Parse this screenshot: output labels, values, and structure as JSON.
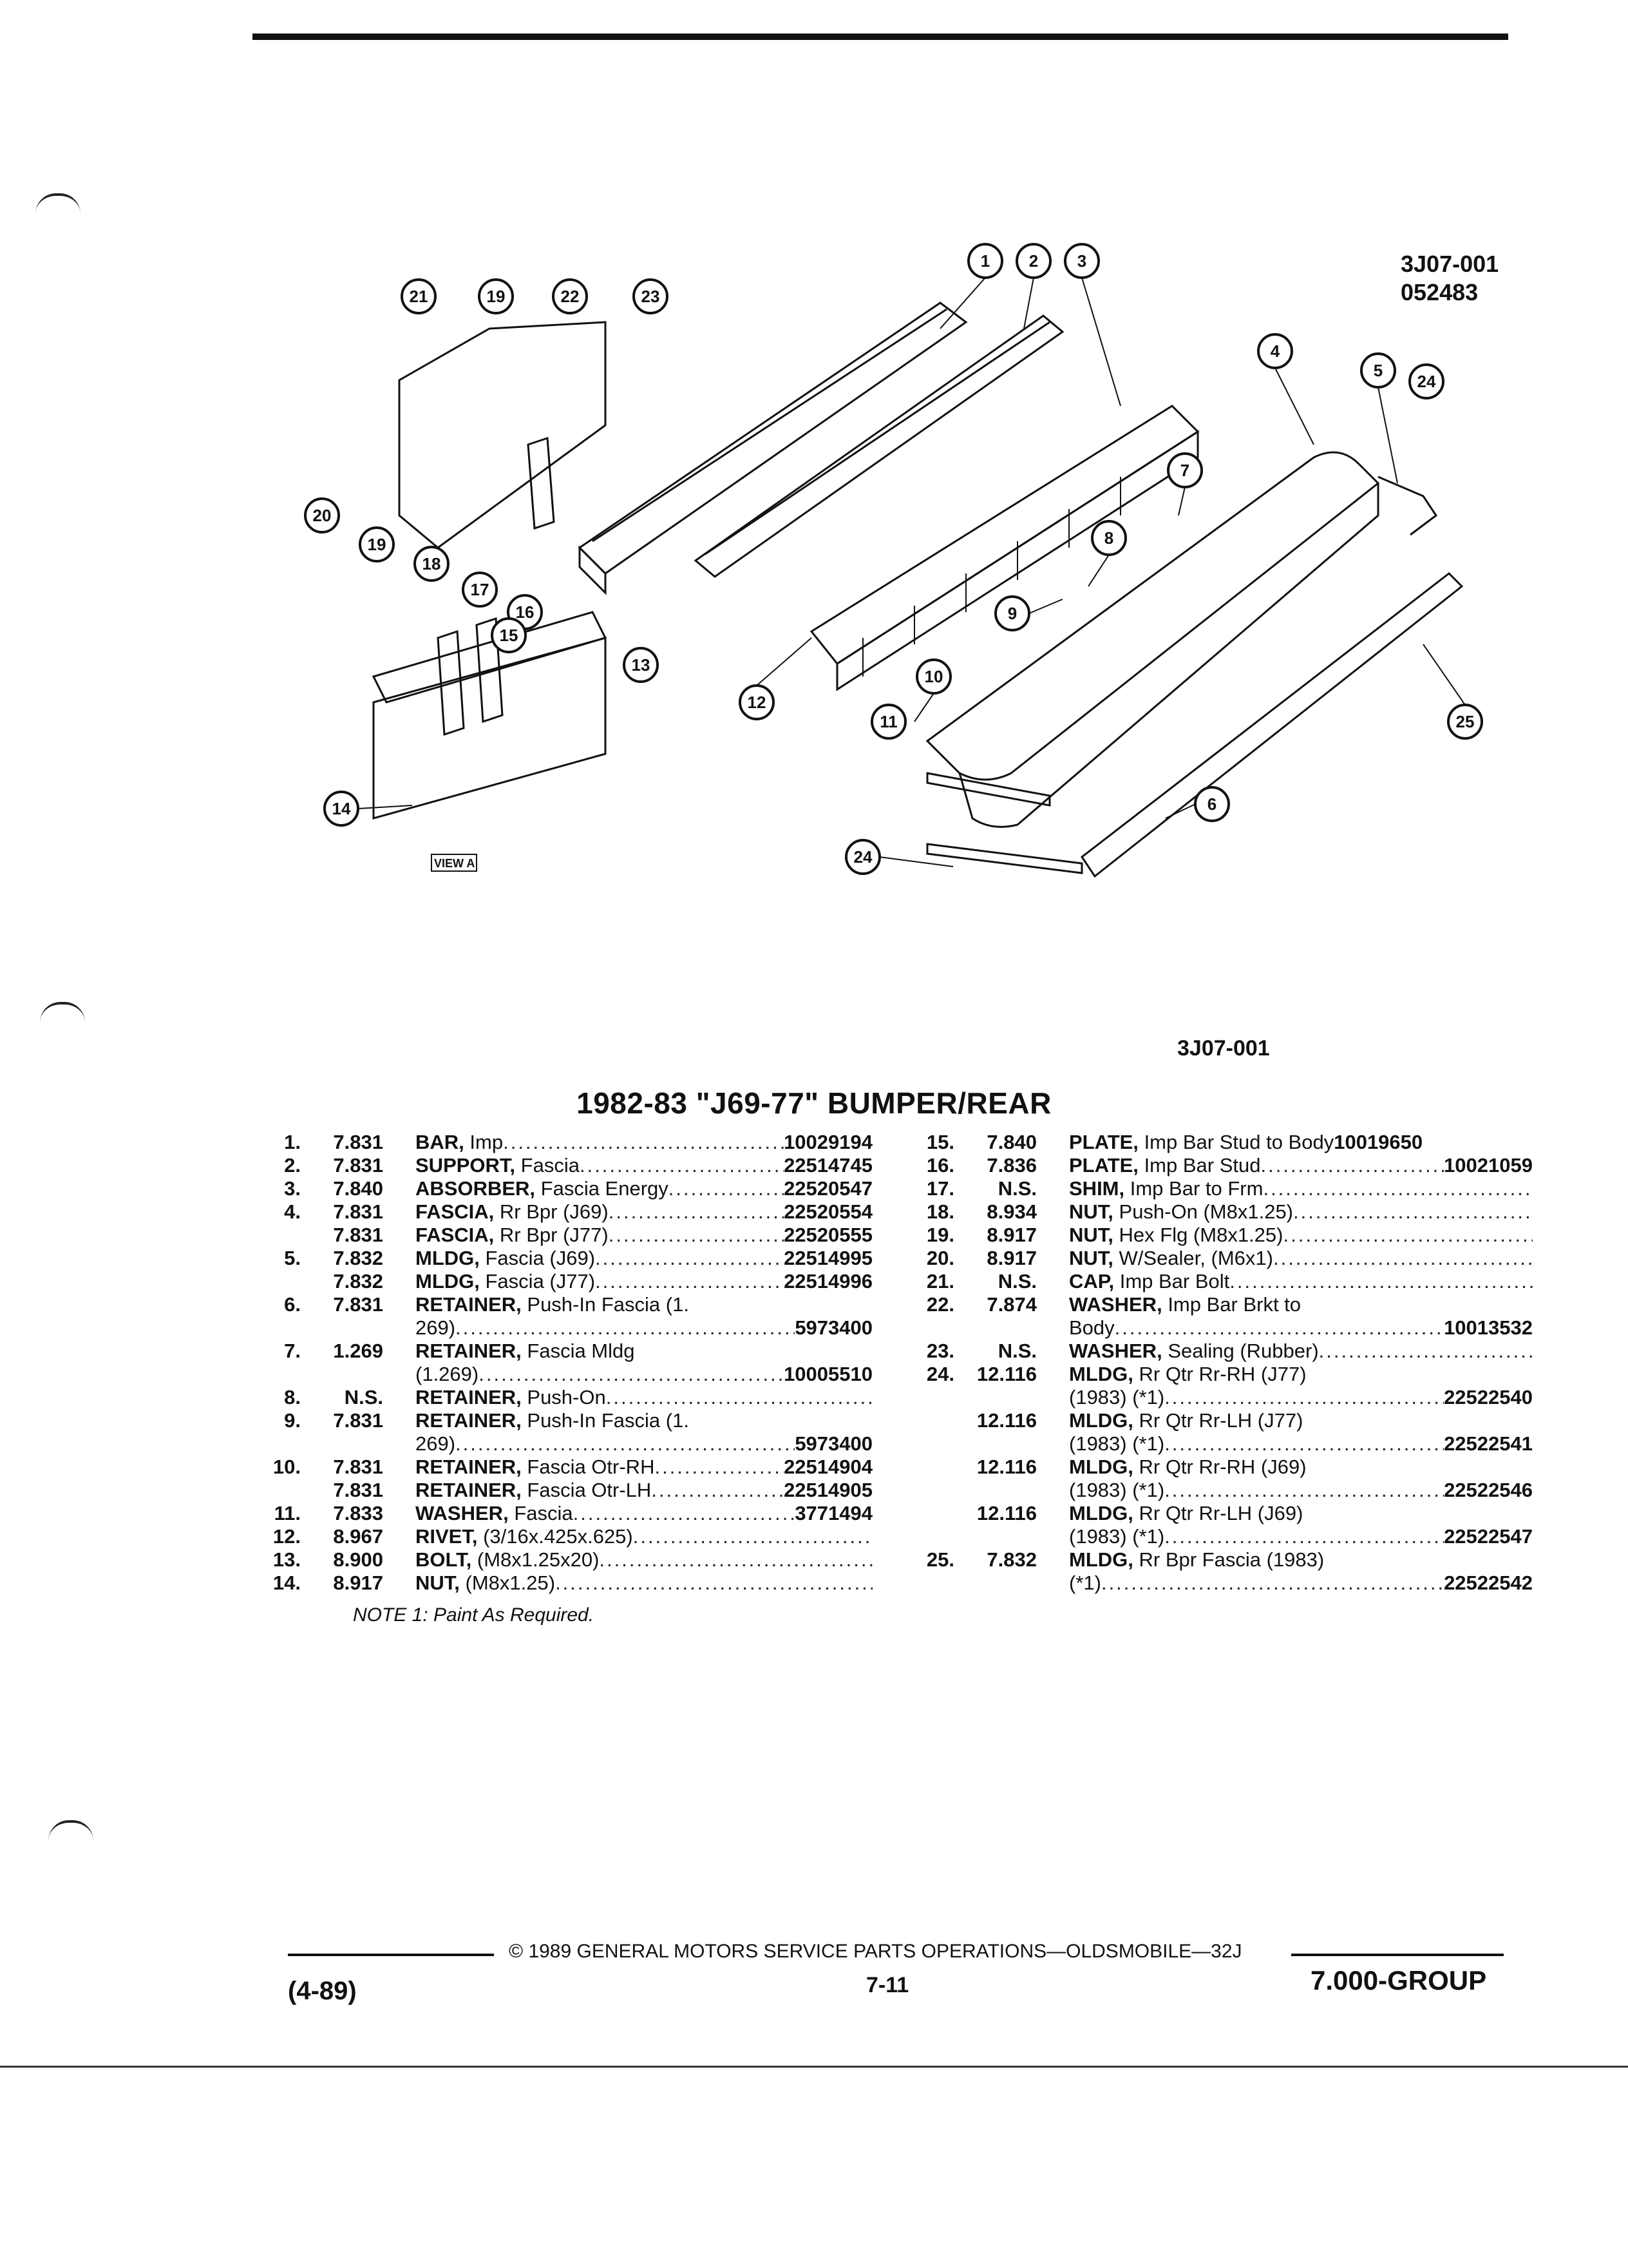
{
  "figure": {
    "code": "3J07-001",
    "date_code": "052483",
    "bottom_code": "3J07-001",
    "view_label": "VIEW A",
    "view_marker": "A",
    "callouts": [
      "1",
      "2",
      "3",
      "4",
      "5",
      "6",
      "7",
      "8",
      "9",
      "10",
      "11",
      "12",
      "13",
      "14",
      "15",
      "16",
      "17",
      "18",
      "19",
      "20",
      "21",
      "22",
      "23",
      "24",
      "25"
    ]
  },
  "title": "1982-83 \"J69-77\" BUMPER/REAR",
  "parts_left": [
    {
      "num": "1.",
      "grp": "7.831",
      "name": "BAR,",
      "text": "Imp",
      "pn": "10029194"
    },
    {
      "num": "2.",
      "grp": "7.831",
      "name": "SUPPORT,",
      "text": "Fascia",
      "pn": "22514745"
    },
    {
      "num": "3.",
      "grp": "7.840",
      "name": "ABSORBER,",
      "text": "Fascia Energy",
      "pn": "22520547"
    },
    {
      "num": "4.",
      "grp": "7.831",
      "name": "FASCIA,",
      "text": "Rr Bpr (J69)",
      "pn": "22520554"
    },
    {
      "num": "",
      "grp": "7.831",
      "name": "FASCIA,",
      "text": "Rr Bpr (J77)",
      "pn": "22520555"
    },
    {
      "num": "5.",
      "grp": "7.832",
      "name": "MLDG,",
      "text": "Fascia (J69)",
      "pn": "22514995"
    },
    {
      "num": "",
      "grp": "7.832",
      "name": "MLDG,",
      "text": "Fascia (J77)",
      "pn": "22514996"
    },
    {
      "num": "6.",
      "grp": "7.831",
      "name": "RETAINER,",
      "text": "Push-In Fascia (1.",
      "cont": "269)",
      "pn": "5973400"
    },
    {
      "num": "7.",
      "grp": "1.269",
      "name": "RETAINER,",
      "text": "Fascia Mldg",
      "cont": "(1.269)",
      "pn": "10005510"
    },
    {
      "num": "8.",
      "grp": "N.S.",
      "name": "RETAINER,",
      "text": "Push-On",
      "pn": ""
    },
    {
      "num": "9.",
      "grp": "7.831",
      "name": "RETAINER,",
      "text": "Push-In Fascia (1.",
      "cont": "269)",
      "pn": "5973400"
    },
    {
      "num": "10.",
      "grp": "7.831",
      "name": "RETAINER,",
      "text": "Fascia Otr-RH",
      "pn": "22514904"
    },
    {
      "num": "",
      "grp": "7.831",
      "name": "RETAINER,",
      "text": "Fascia Otr-LH",
      "pn": "22514905"
    },
    {
      "num": "11.",
      "grp": "7.833",
      "name": "WASHER,",
      "text": "Fascia",
      "pn": "3771494"
    },
    {
      "num": "12.",
      "grp": "8.967",
      "name": "RIVET,",
      "text": "(3/16x.425x.625)",
      "pn": ""
    },
    {
      "num": "13.",
      "grp": "8.900",
      "name": "BOLT,",
      "text": "(M8x1.25x20)",
      "pn": ""
    },
    {
      "num": "14.",
      "grp": "8.917",
      "name": "NUT,",
      "text": "(M8x1.25)",
      "pn": ""
    }
  ],
  "parts_right": [
    {
      "num": "15.",
      "grp": "7.840",
      "name": "PLATE,",
      "text": "Imp Bar Stud to Body",
      "pn": "10019650",
      "nodots": true
    },
    {
      "num": "16.",
      "grp": "7.836",
      "name": "PLATE,",
      "text": "Imp Bar Stud",
      "pn": "10021059"
    },
    {
      "num": "17.",
      "grp": "N.S.",
      "name": "SHIM,",
      "text": "Imp Bar to Frm",
      "pn": ""
    },
    {
      "num": "18.",
      "grp": "8.934",
      "name": "NUT,",
      "text": "Push-On (M8x1.25)",
      "pn": ""
    },
    {
      "num": "19.",
      "grp": "8.917",
      "name": "NUT,",
      "text": "Hex Flg (M8x1.25)",
      "pn": ""
    },
    {
      "num": "20.",
      "grp": "8.917",
      "name": "NUT,",
      "text": "W/Sealer, (M6x1)",
      "pn": ""
    },
    {
      "num": "21.",
      "grp": "N.S.",
      "name": "CAP,",
      "text": "Imp Bar Bolt",
      "pn": ""
    },
    {
      "num": "22.",
      "grp": "7.874",
      "name": "WASHER,",
      "text": "Imp Bar Brkt to",
      "cont": "Body",
      "pn": "10013532"
    },
    {
      "num": "23.",
      "grp": "N.S.",
      "name": "WASHER,",
      "text": "Sealing (Rubber)",
      "pn": ""
    },
    {
      "num": "24.",
      "grp": "12.116",
      "name": "MLDG,",
      "text": "Rr Qtr Rr-RH (J77)",
      "cont": "(1983) (*1)",
      "pn": "22522540"
    },
    {
      "num": "",
      "grp": "12.116",
      "name": "MLDG,",
      "text": "Rr Qtr Rr-LH (J77)",
      "cont": "(1983) (*1)",
      "pn": "22522541"
    },
    {
      "num": "",
      "grp": "12.116",
      "name": "MLDG,",
      "text": "Rr Qtr Rr-RH (J69)",
      "cont": "(1983) (*1)",
      "pn": "22522546"
    },
    {
      "num": "",
      "grp": "12.116",
      "name": "MLDG,",
      "text": "Rr Qtr Rr-LH (J69)",
      "cont": "(1983) (*1)",
      "pn": "22522547"
    },
    {
      "num": "25.",
      "grp": "7.832",
      "name": "MLDG,",
      "text": "Rr Bpr Fascia (1983)",
      "cont": "(*1)",
      "pn": "22522542"
    }
  ],
  "note": "NOTE 1: Paint As Required.",
  "footer": {
    "copyright": "© 1989 GENERAL MOTORS SERVICE PARTS OPERATIONS—OLDSMOBILE—32J",
    "date": "(4-89)",
    "page": "7-11",
    "group": "7.000-GROUP"
  }
}
